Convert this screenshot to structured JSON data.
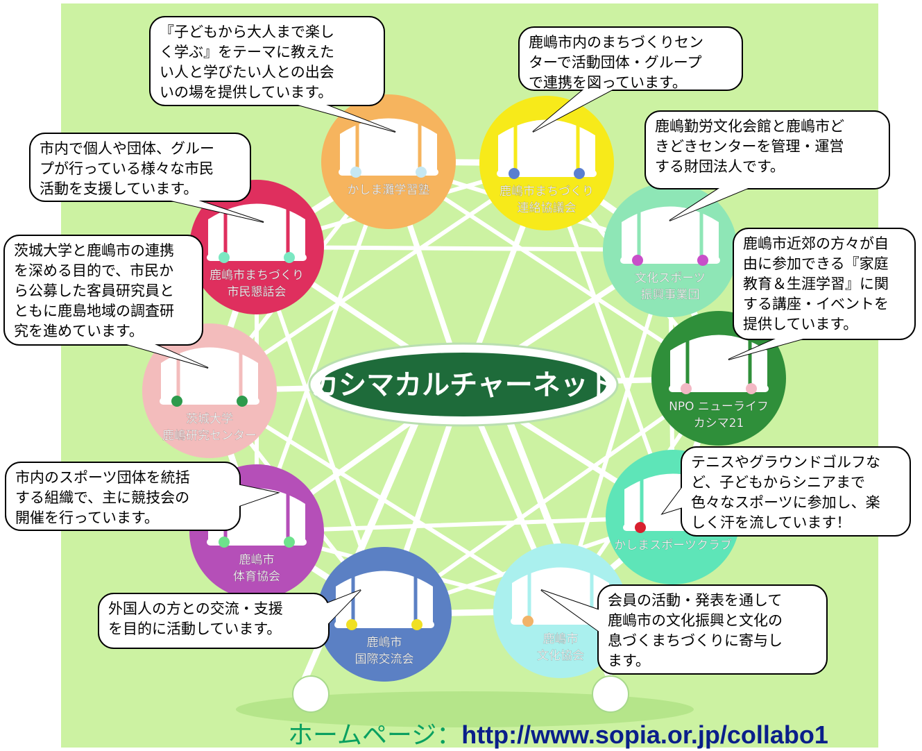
{
  "network_title": "カシマカルチャーネット",
  "organizations": [
    {
      "id": "juku",
      "label_lines": [
        "かしま灘学習塾"
      ],
      "color": "#f6b45e",
      "dot_color": "#c6e8f2"
    },
    {
      "id": "machizukuri-renraku",
      "label_lines": [
        "鹿嶋市まちづくり",
        "連絡協議会"
      ],
      "color": "#f7ea1a",
      "dot_color": "#5a7fd0"
    },
    {
      "id": "bunka-sports",
      "label_lines": [
        "文化スポーツ",
        "振興事業団"
      ],
      "color": "#8ee6b6",
      "dot_color": "#c84fc9"
    },
    {
      "id": "npo",
      "label_lines": [
        "NPO ニューライフ",
        "カシマ21"
      ],
      "color": "#2f8f3a",
      "dot_color": "#f3b8c4"
    },
    {
      "id": "sports-club",
      "label_lines": [
        "かしまスポーツクラブ"
      ],
      "color": "#5ee5b8",
      "dot_color": "#d8202e"
    },
    {
      "id": "bunka-kyokai",
      "label_lines": [
        "鹿嶋市",
        "文化協会"
      ],
      "color": "#aaf0ee",
      "dot_color": "#f1b368"
    },
    {
      "id": "kokusai",
      "label_lines": [
        "鹿嶋市",
        "国際交流会"
      ],
      "color": "#5b80c4",
      "dot_color": "#f0e024"
    },
    {
      "id": "taiiku",
      "label_lines": [
        "鹿嶋市",
        "体育協会"
      ],
      "color": "#b54fb8",
      "dot_color": "#6ee28c"
    },
    {
      "id": "ibaraki-univ",
      "label_lines": [
        "茨城大学",
        "鹿嶋研究センター"
      ],
      "color": "#f3bcbc",
      "dot_color": "#2e9a4c"
    },
    {
      "id": "kondankai",
      "label_lines": [
        "鹿嶋市まちづくり",
        "市民懇話会"
      ],
      "color": "#df2f5e",
      "dot_color": "#7be8c2"
    }
  ],
  "bubbles": [
    {
      "id": "b-juku",
      "text": "『子どもから大人まで楽し\nく学ぶ』をテーマに教えた\nい人と学びたい人との出会\nいの場を提供しています。"
    },
    {
      "id": "b-renraku",
      "text": "鹿嶋市内のまちづくりセン\nターで活動団体・グループ\nで連携を図っています。"
    },
    {
      "id": "b-jigyodan",
      "text": "鹿嶋勤労文化会館と鹿嶋市ど\nきどきセンターを管理・運営\nする財団法人です。"
    },
    {
      "id": "b-npo",
      "text": "鹿嶋市近郊の方々が自\n由に参加できる『家庭\n教育＆生涯学習』に関\nする講座・イベントを\n提供しています。"
    },
    {
      "id": "b-sports",
      "text": "テニスやグラウンドゴルフな\nど、子どもからシニアまで\n色々なスポーツに参加し、楽\nしく汗を流しています！"
    },
    {
      "id": "b-bunka",
      "text": "会員の活動・発表を通して\n鹿嶋市の文化振興と文化の\n息づくまちづくりに寄与し\nます。"
    },
    {
      "id": "b-kokusai",
      "text": "外国人の方との交流・支援\nを目的に活動しています。"
    },
    {
      "id": "b-taiiku",
      "text": "市内のスポーツ団体を統括\nする組織で、主に競技会の\n開催を行っています。"
    },
    {
      "id": "b-univ",
      "text": "茨城大学と鹿嶋市の連携\nを深める目的で、市民か\nら公募した客員研究員と\nともに鹿島地域の調査研\n究を進めています。"
    },
    {
      "id": "b-kondankai",
      "text": "市内で個人や団体、グルー\nプが行っている様々な市民\n活動を支援しています。"
    }
  ],
  "homepage": {
    "label": "ホームページ：",
    "url": "http://www.sopia.or.jp/collabo1"
  },
  "colors": {
    "background_green": "#ccf2a2",
    "spokes": "#ffffff",
    "center_fill": "#1e6b3a"
  }
}
